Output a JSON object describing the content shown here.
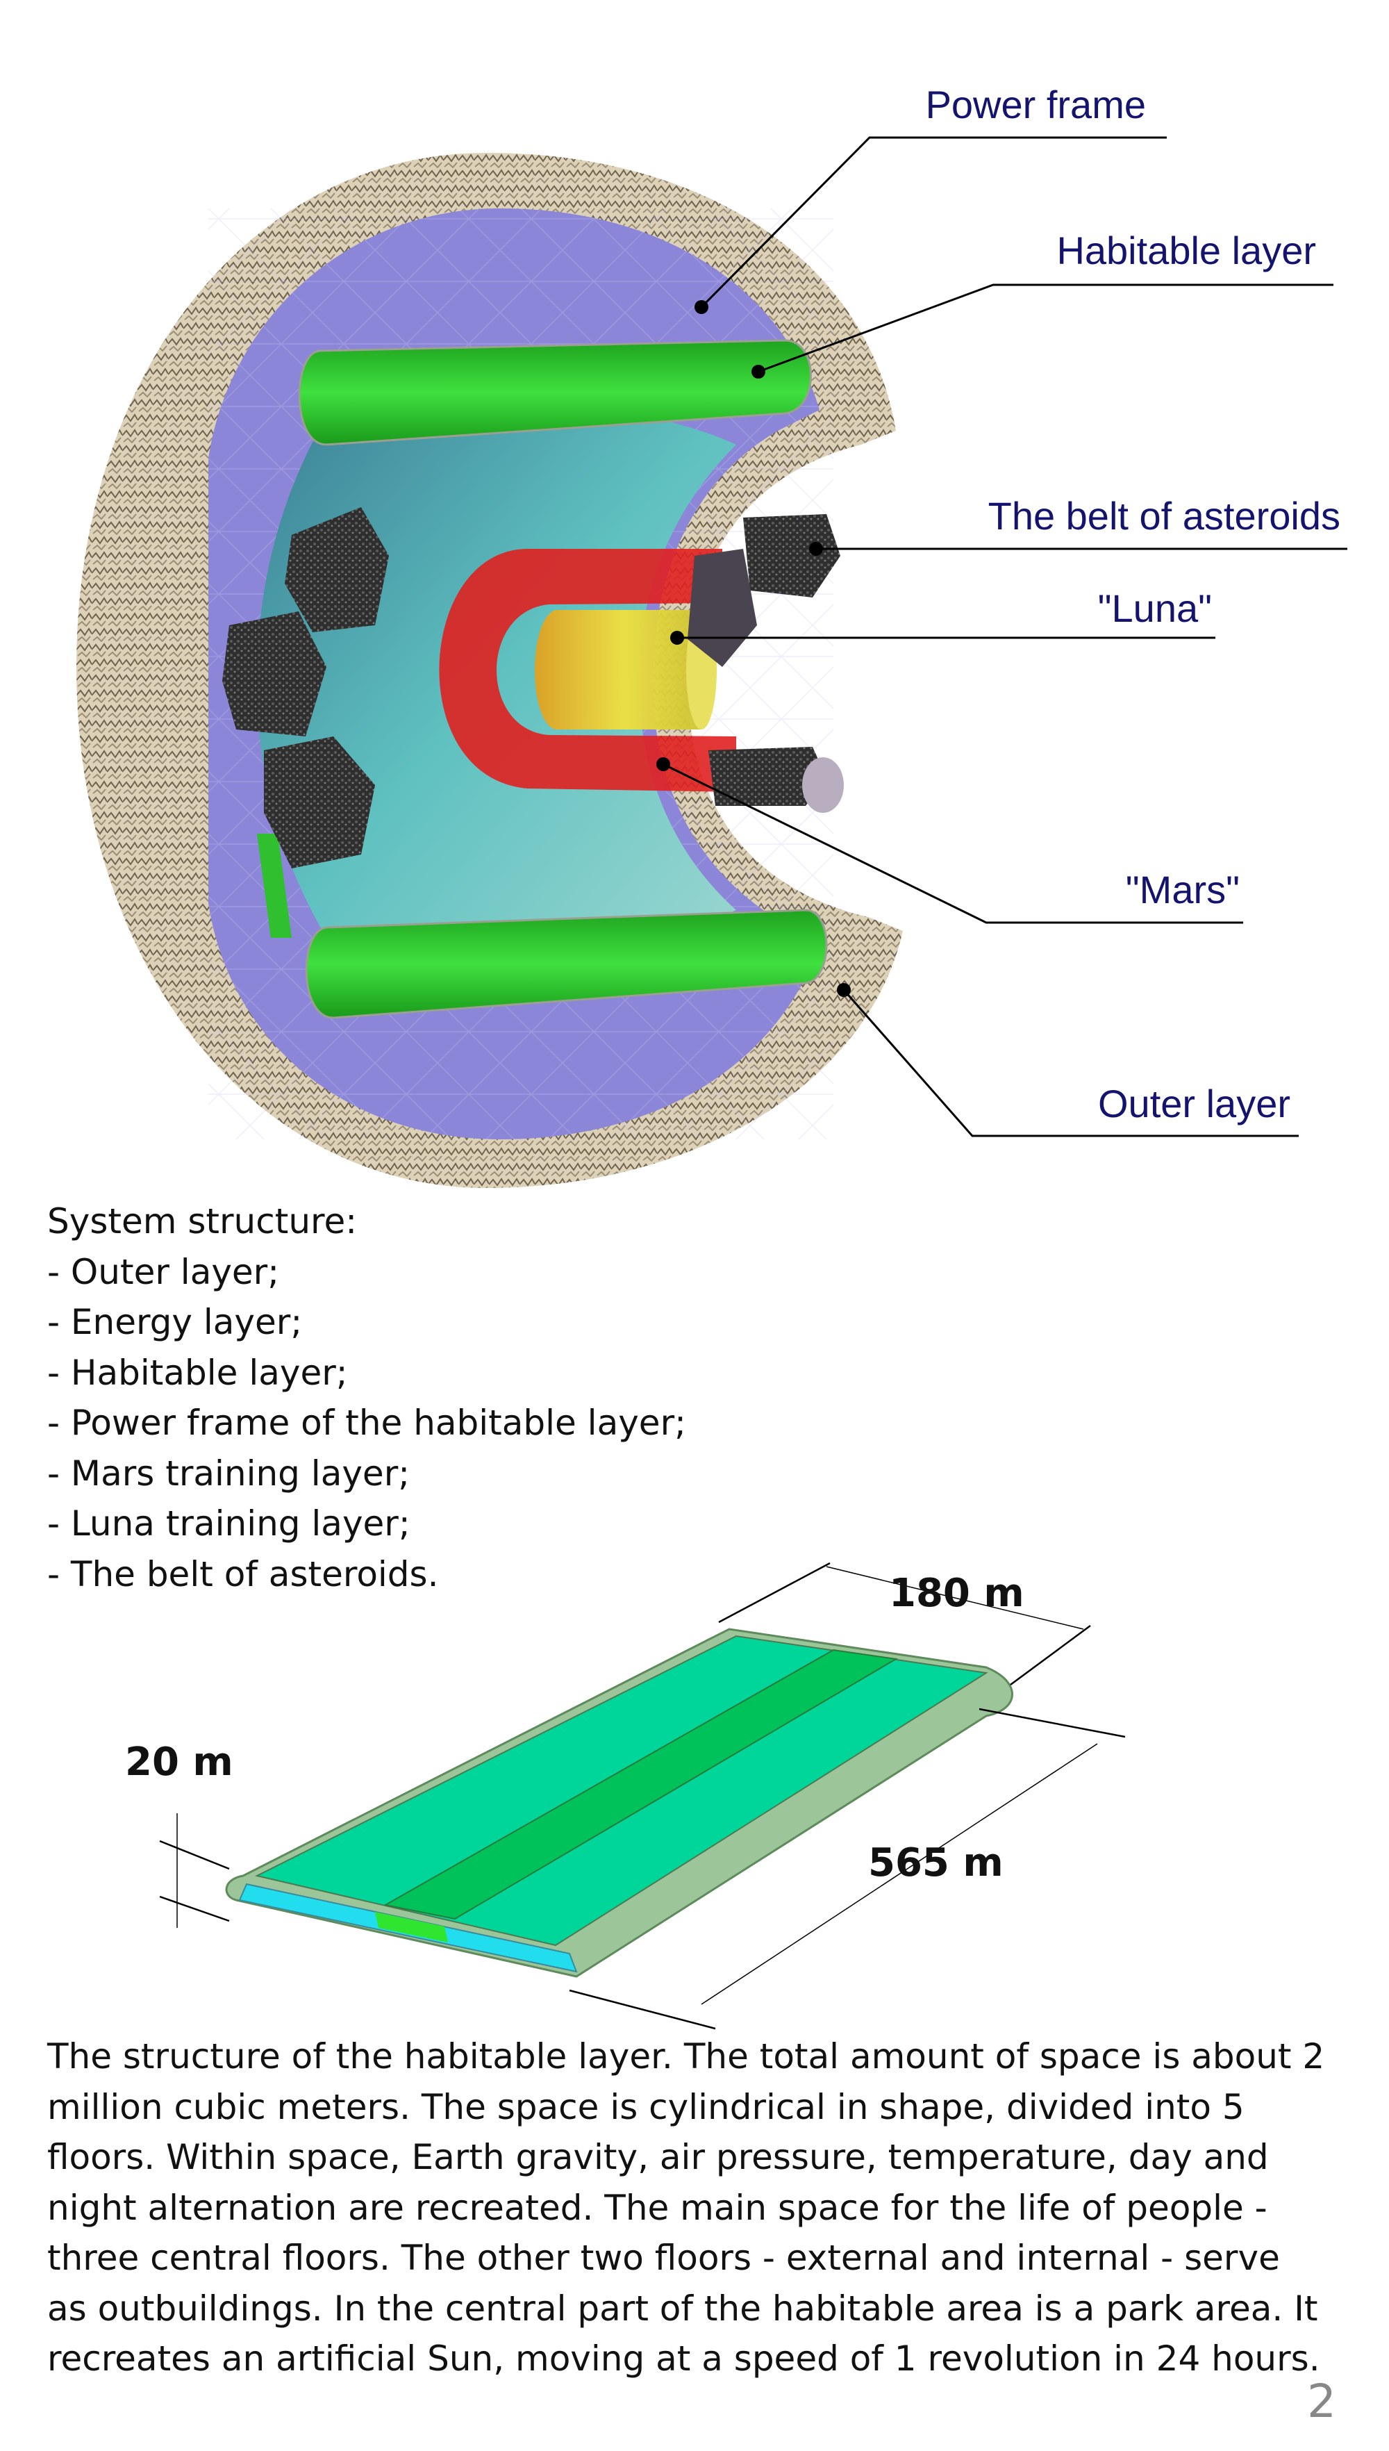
{
  "sphere_diagram": {
    "labels": {
      "power_frame": "Power frame",
      "habitable_layer": "Habitable layer",
      "belt_of_asteroids": "The belt of asteroids",
      "luna": "\"Luna\"",
      "mars": "\"Mars\"",
      "outer_layer": "Outer layer"
    },
    "colors": {
      "outer_shell": "#d8cbb2",
      "habitable_cavity": "#8b86d8",
      "inner_space": "#4fb0b3",
      "habitable_band": "#2fbf2f",
      "mars_layer": "#e02020",
      "luna_layer": "#d6d430",
      "asteroid": "#2b2b2b",
      "label_text": "#14146e"
    }
  },
  "structure": {
    "heading": "System structure:",
    "items": [
      "- Outer layer;",
      "- Energy layer;",
      "- Habitable layer;",
      "- Power frame of the habitable layer;",
      "- Mars training layer;",
      "- Luna  training layer;",
      "- The belt of asteroids."
    ]
  },
  "habitable_slab": {
    "width_label": "180 m",
    "height_label": "20 m",
    "length_label": "565 m",
    "colors": {
      "top": "#00d69a",
      "stripe": "#00c25a",
      "edge": "#9cc59a",
      "front": "#22ddee"
    }
  },
  "description": {
    "lines": [
      "The structure of the habitable layer. The total amount of space is about 2",
      "million cubic meters. The space is cylindrical in shape, divided into 5",
      "floors. Within space, Earth gravity, air pressure, temperature, day and",
      "night alternation are recreated. The main space for the life of people -",
      "three central floors. The other two floors - external and internal - serve",
      "as outbuildings. In the central part of the habitable area is a park area. It",
      "recreates an artificial Sun, moving at a speed of 1 revolution in 24 hours."
    ]
  },
  "page_number": "2"
}
